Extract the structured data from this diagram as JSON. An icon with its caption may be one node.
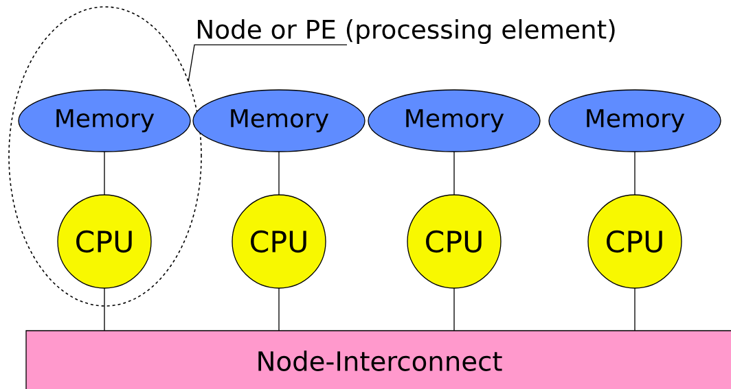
{
  "diagram": {
    "nodes": [
      {
        "text": [
          "Node or PE (processing element)"
        ]
      },
      {
        "text": [],
        "shape": "circle"
      },
      {
        "text": [
          "Memory"
        ],
        "in": 1
      },
      {
        "text": [
          "CPU"
        ],
        "in": 1
      },
      {
        "text": [
          "Memory"
        ]
      },
      {
        "text": [
          "CPU"
        ]
      },
      {
        "text": [
          "Memory"
        ]
      },
      {
        "text": [
          "CPU"
        ]
      },
      {
        "text": [
          "Memory"
        ]
      },
      {
        "text": [
          "CPU"
        ]
      },
      {
        "text": [
          "Node-Interconnect"
        ]
      }
    ],
    "edges": [
      {
        "from": 0,
        "to": 1,
        "arrow": "none"
      },
      {
        "from": 2,
        "to": 3,
        "arrow": "none"
      },
      {
        "from": 3,
        "to": 10,
        "arrow": "none"
      },
      {
        "from": 4,
        "to": 5,
        "arrow": "none"
      },
      {
        "from": 5,
        "to": 10,
        "arrow": "none"
      },
      {
        "from": 6,
        "to": 7,
        "arrow": "none"
      },
      {
        "from": 7,
        "to": 10,
        "arrow": "none"
      },
      {
        "from": 8,
        "to": 9,
        "arrow": "none"
      },
      {
        "from": 9,
        "to": 10,
        "arrow": "none"
      }
    ]
  }
}
